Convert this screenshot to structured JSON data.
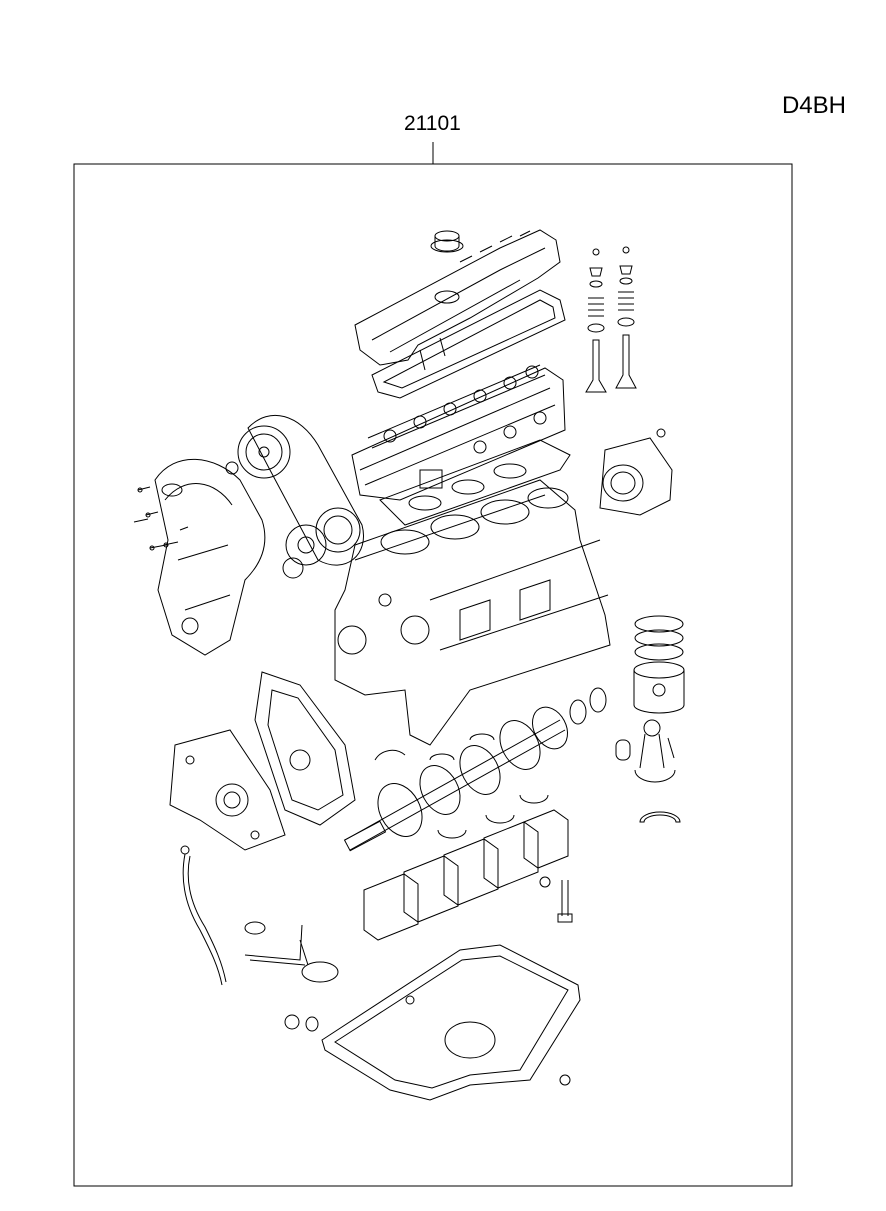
{
  "header": {
    "engine_code": "D4BH"
  },
  "callout": {
    "part_number": "21101"
  },
  "illustration": {
    "subject": "engine-assembly-exploded-view",
    "line_color": "#000000",
    "background": "#ffffff"
  }
}
